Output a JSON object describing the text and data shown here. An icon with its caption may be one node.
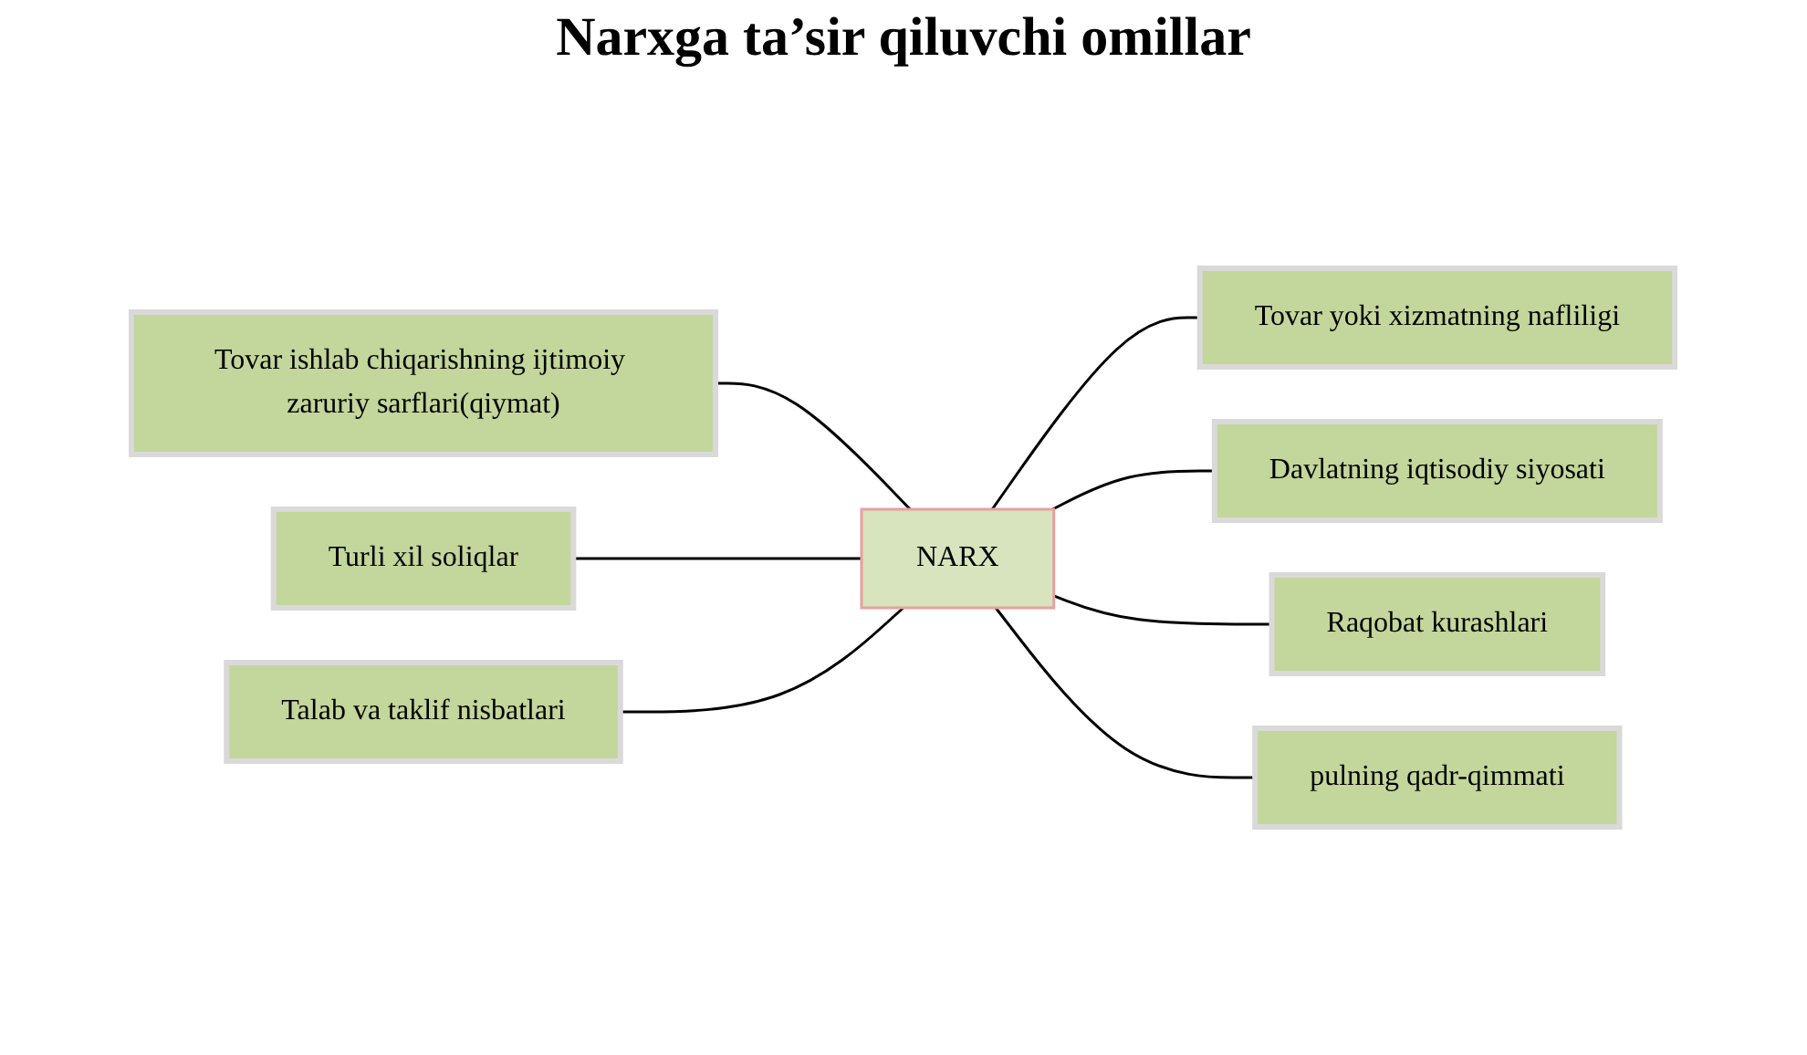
{
  "diagram": {
    "title": "Narxga ta’sir qiluvchi omillar",
    "nodes": [
      {
        "text": [
          "Tovar ishlab chiqarishning ijtimoiy zaruriy sarflari(qiymat)"
        ]
      },
      {
        "text": [
          "Turli xil soliqlar"
        ]
      },
      {
        "text": [
          "Talab va taklif nisbatlari"
        ]
      },
      {
        "text": [
          "NARX"
        ]
      },
      {
        "text": [
          "Tovar yoki xizmatning nafliligi"
        ]
      },
      {
        "text": [
          "Davlatning iqtisodiy siyosati"
        ]
      },
      {
        "text": [
          "Raqobat kurashlari"
        ]
      },
      {
        "text": [
          "pulning qadr-qimmati"
        ]
      }
    ],
    "edges": [
      {
        "from": 0,
        "to": 3,
        "arrow": "none"
      },
      {
        "from": 1,
        "to": 3,
        "arrow": "none"
      },
      {
        "from": 2,
        "to": 3,
        "arrow": "none"
      },
      {
        "from": 3,
        "to": 4,
        "arrow": "none"
      },
      {
        "from": 3,
        "to": 5,
        "arrow": "none"
      },
      {
        "from": 3,
        "to": 6,
        "arrow": "none"
      },
      {
        "from": 3,
        "to": 7,
        "arrow": "none"
      }
    ]
  }
}
